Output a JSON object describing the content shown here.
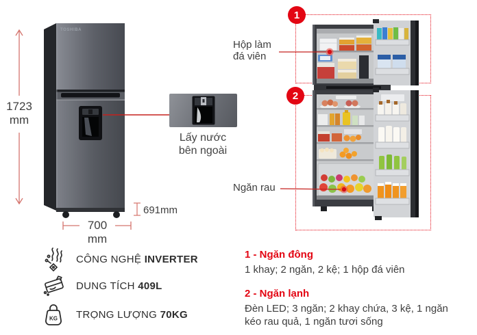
{
  "colors": {
    "accent_red": "#e30613",
    "dimension_line": "#d4736c",
    "callout_line": "#c5201d",
    "text_dark": "#3e3e3e",
    "fridge_body": "#5d6068"
  },
  "closed_fridge": {
    "brand": "TOSHIBA"
  },
  "dimensions": {
    "height_value": "1723",
    "height_unit": "mm",
    "width_value": "700",
    "width_unit": "mm",
    "depth": "691mm"
  },
  "dispenser_callout": {
    "label": "Lấy nước bên ngoài"
  },
  "interior_callouts": {
    "freezer_marker": "1",
    "fridge_marker": "2",
    "ice_box_label": "Hộp làm đá viên",
    "veg_drawer_label": "Ngăn rau"
  },
  "specs": [
    {
      "icon": "inverter-icon",
      "label": "CÔNG NGHỆ",
      "value": "INVERTER"
    },
    {
      "icon": "capacity-icon",
      "label": "DUNG TÍCH",
      "value": "409L"
    },
    {
      "icon": "weight-icon",
      "icon_text": "KG",
      "label": "TRỌNG LƯỢNG",
      "value": "70KG"
    }
  ],
  "compartments": [
    {
      "heading": "1 - Ngăn đông",
      "description": "1 khay; 2 ngăn, 2 kệ; 1 hộp đá viên"
    },
    {
      "heading": "2 - Ngăn lạnh",
      "description": "Đèn LED; 3 ngăn; 2 khay chứa, 3 kệ, 1 ngăn kéo rau quả, 1 ngăn tươi sống"
    }
  ]
}
